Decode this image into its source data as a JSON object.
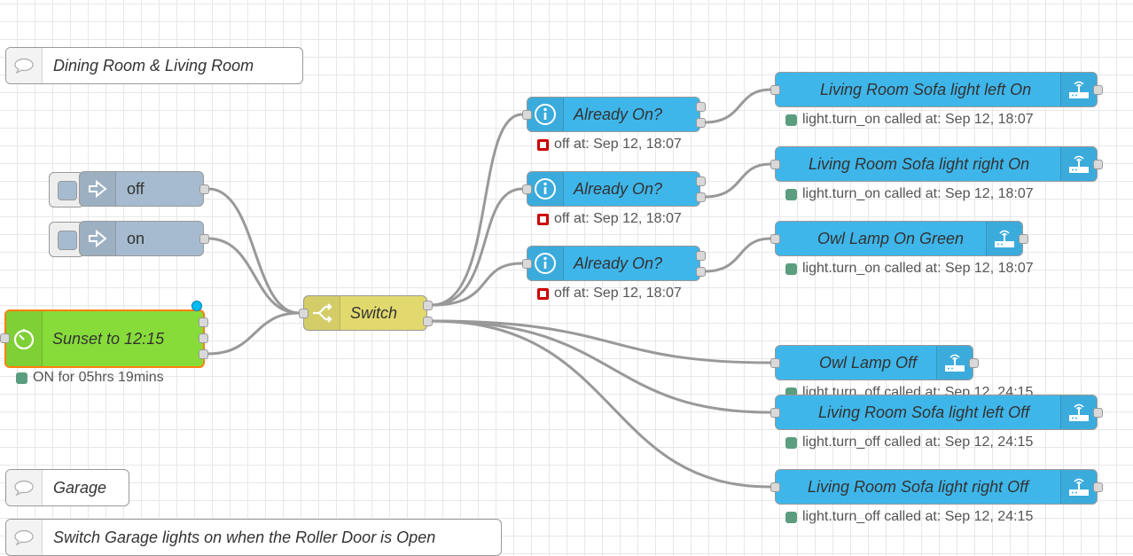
{
  "canvas": {
    "grid_color": "#e8e8e8",
    "wire_color": "#999999"
  },
  "comments": [
    {
      "label": "Dining Room & Living Room",
      "icon": "comment-icon"
    },
    {
      "label": "Garage",
      "icon": "comment-icon"
    },
    {
      "label": "Switch Garage lights on when the Roller Door is Open",
      "icon": "comment-icon"
    }
  ],
  "inject_nodes": [
    {
      "label": "off",
      "icon": "arrow-right-icon"
    },
    {
      "label": "on",
      "icon": "arrow-right-icon"
    }
  ],
  "time_node": {
    "label": "Sunset to 12:15",
    "status": "ON for 05hrs 19mins",
    "icon": "timer-icon",
    "color": "#87dc3a"
  },
  "switch_node": {
    "label": "Switch",
    "icon": "switch-icon",
    "color": "#e2d96e"
  },
  "check_nodes": [
    {
      "label": "Already On?",
      "status": "off at: Sep 12, 18:07",
      "icon": "info-icon"
    },
    {
      "label": "Already On?",
      "status": "off at: Sep 12, 18:07",
      "icon": "info-icon"
    },
    {
      "label": "Already On?",
      "status": "off at: Sep 12, 18:07",
      "icon": "info-icon"
    }
  ],
  "service_nodes": [
    {
      "label": "Living Room Sofa light left On",
      "status": "light.turn_on called at: Sep 12, 18:07",
      "icon": "router-icon"
    },
    {
      "label": "Living Room Sofa light right On",
      "status": "light.turn_on called at: Sep 12, 18:07",
      "icon": "router-icon"
    },
    {
      "label": "Owl Lamp On Green",
      "status": "light.turn_on called at: Sep 12, 18:07",
      "icon": "router-icon"
    },
    {
      "label": "Owl Lamp Off",
      "status": "light.turn_off called at: Sep 12, 24:15",
      "icon": "router-icon"
    },
    {
      "label": "Living Room Sofa light left Off",
      "status": "light.turn_off called at: Sep 12, 24:15",
      "icon": "router-icon"
    },
    {
      "label": "Living Room Sofa light right Off",
      "status": "light.turn_off called at: Sep 12, 24:15",
      "icon": "router-icon"
    }
  ],
  "node_color_blue": "#3fb6ea",
  "node_color_inject": "#a6bbcf"
}
